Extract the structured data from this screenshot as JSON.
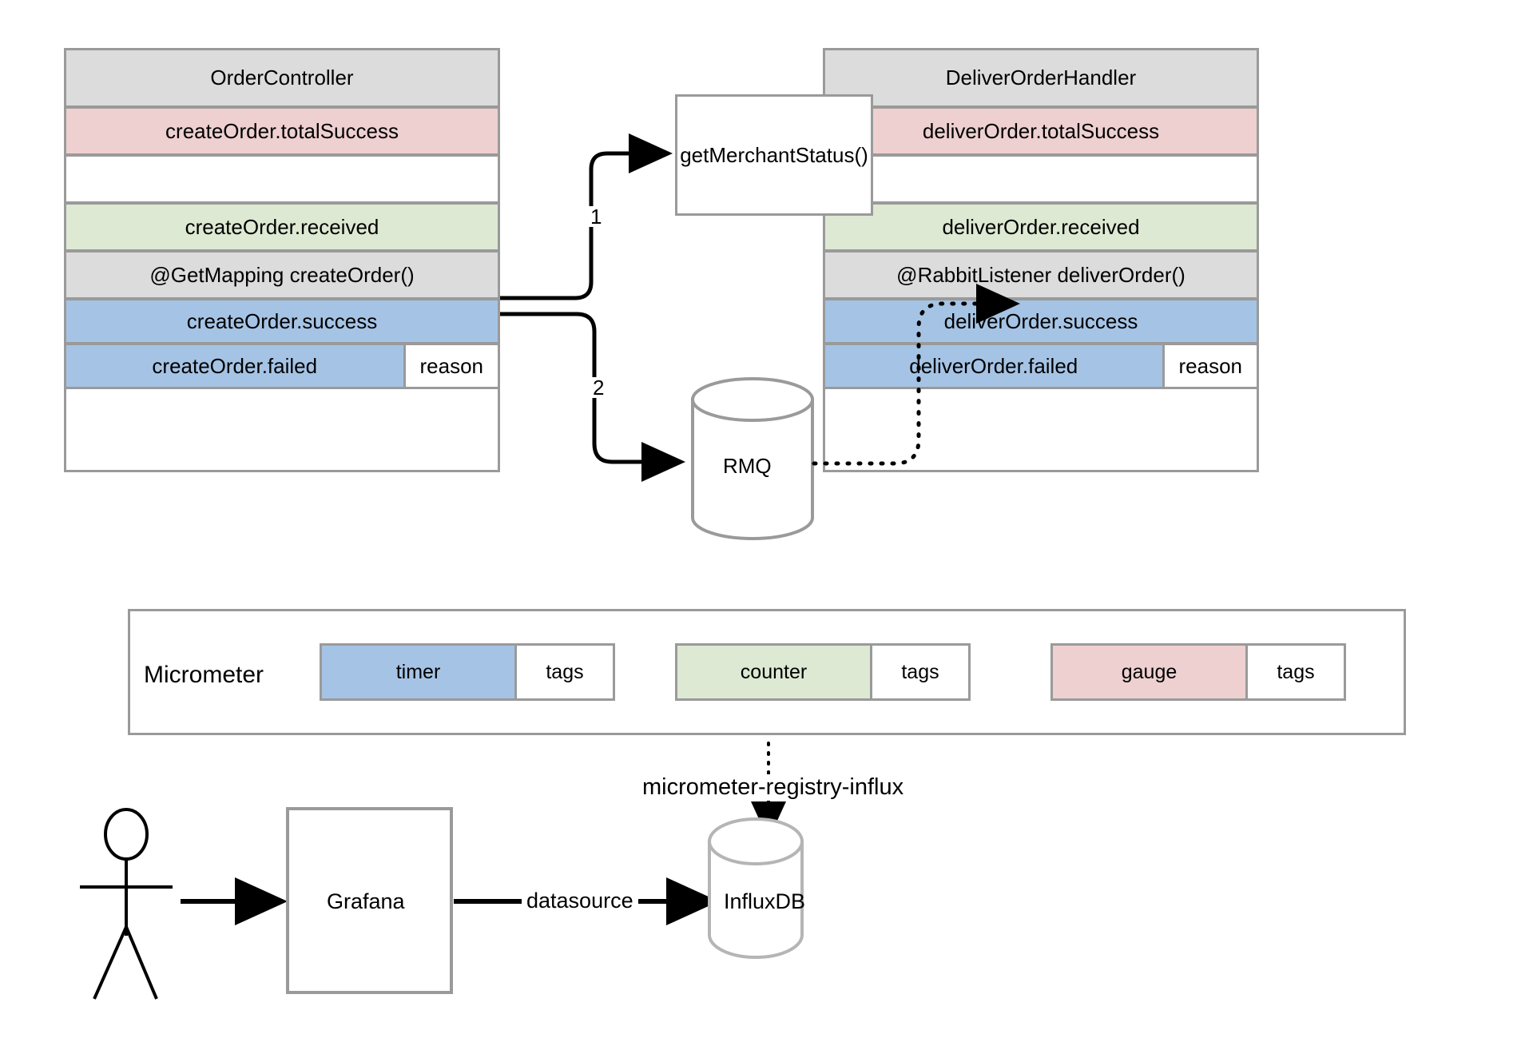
{
  "colors": {
    "gray": "#dcdcdc",
    "pink": "#eed0d1",
    "green": "#dde9d3",
    "blue": "#a5c4e5",
    "white": "#ffffff",
    "stroke": "#9a9a9a",
    "line": "#000000"
  },
  "left_class": {
    "title": "OrderController",
    "rows": [
      {
        "label": "createOrder.totalSuccess",
        "color": "pink"
      },
      {
        "label": "",
        "color": "white"
      },
      {
        "label": "createOrder.received",
        "color": "green"
      },
      {
        "label": "@GetMapping createOrder()",
        "color": "gray"
      },
      {
        "label": "createOrder.success",
        "color": "blue"
      },
      {
        "label": "createOrder.failed",
        "color": "blue",
        "tag": "reason"
      }
    ]
  },
  "right_class": {
    "title": "DeliverOrderHandler",
    "rows": [
      {
        "label": "deliverOrder.totalSuccess",
        "color": "pink"
      },
      {
        "label": "",
        "color": "white"
      },
      {
        "label": "deliverOrder.received",
        "color": "green"
      },
      {
        "label": "@RabbitListener deliverOrder()",
        "color": "gray"
      },
      {
        "label": "deliverOrder.success",
        "color": "blue"
      },
      {
        "label": "deliverOrder.failed",
        "color": "blue",
        "tag": "reason"
      }
    ]
  },
  "middle": {
    "merchant_box": "getMerchantStatus()",
    "rmq": "RMQ",
    "edge1_label": "1",
    "edge2_label": "2"
  },
  "micrometer": {
    "title": "Micrometer",
    "chips": [
      {
        "name": "timer",
        "tags": "tags",
        "color": "blue"
      },
      {
        "name": "counter",
        "tags": "tags",
        "color": "green"
      },
      {
        "name": "gauge",
        "tags": "tags",
        "color": "pink"
      }
    ]
  },
  "bottom": {
    "registry_label": "micrometer-registry-influx",
    "grafana": "Grafana",
    "influxdb": "InfluxDB",
    "datasource_label": "datasource",
    "actor": "user-actor"
  }
}
